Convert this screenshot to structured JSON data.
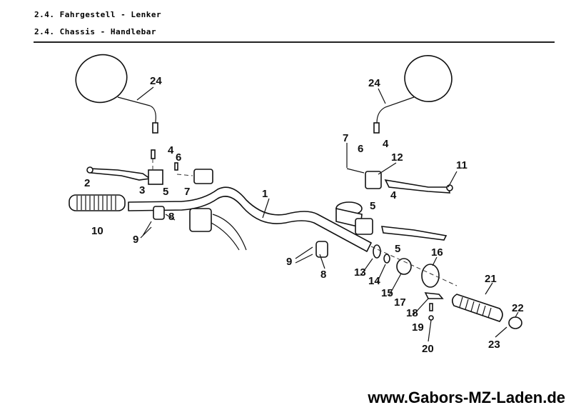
{
  "header": {
    "title_de": "2.4. Fahrgestell - Lenker",
    "title_en": "2.4. Chassis - Handlebar"
  },
  "parts": {
    "mirror_left": "24",
    "mirror_right": "24",
    "handlebar": "1",
    "lever_left": "2",
    "bolt_left_3": "3",
    "pin_left_4": "4",
    "nut_left_5": "5",
    "washer_left_6": "6",
    "screw_left_7": "7",
    "clamp_left_8": "8",
    "screw_left_9": "9",
    "grip_left": "10",
    "screw_right_7": "7",
    "washer_right_6": "6",
    "pin_right_4a": "4",
    "bracket_right": "12",
    "lever_right": "11",
    "pin_right_4b": "4",
    "nut_right_5a": "5",
    "nut_right_5b": "5",
    "screw_right_9": "9",
    "clamp_right_8": "8",
    "part_13": "13",
    "ring_14": "14",
    "sleeve_15": "15",
    "throttle_16": "16",
    "screw_17": "17",
    "clip_18": "18",
    "screw_19": "19",
    "nut_20": "20",
    "grip_right": "21",
    "end_cap_22": "22",
    "screw_23": "23"
  },
  "footer": {
    "website": "www.Gabors-MZ-Laden.de"
  }
}
